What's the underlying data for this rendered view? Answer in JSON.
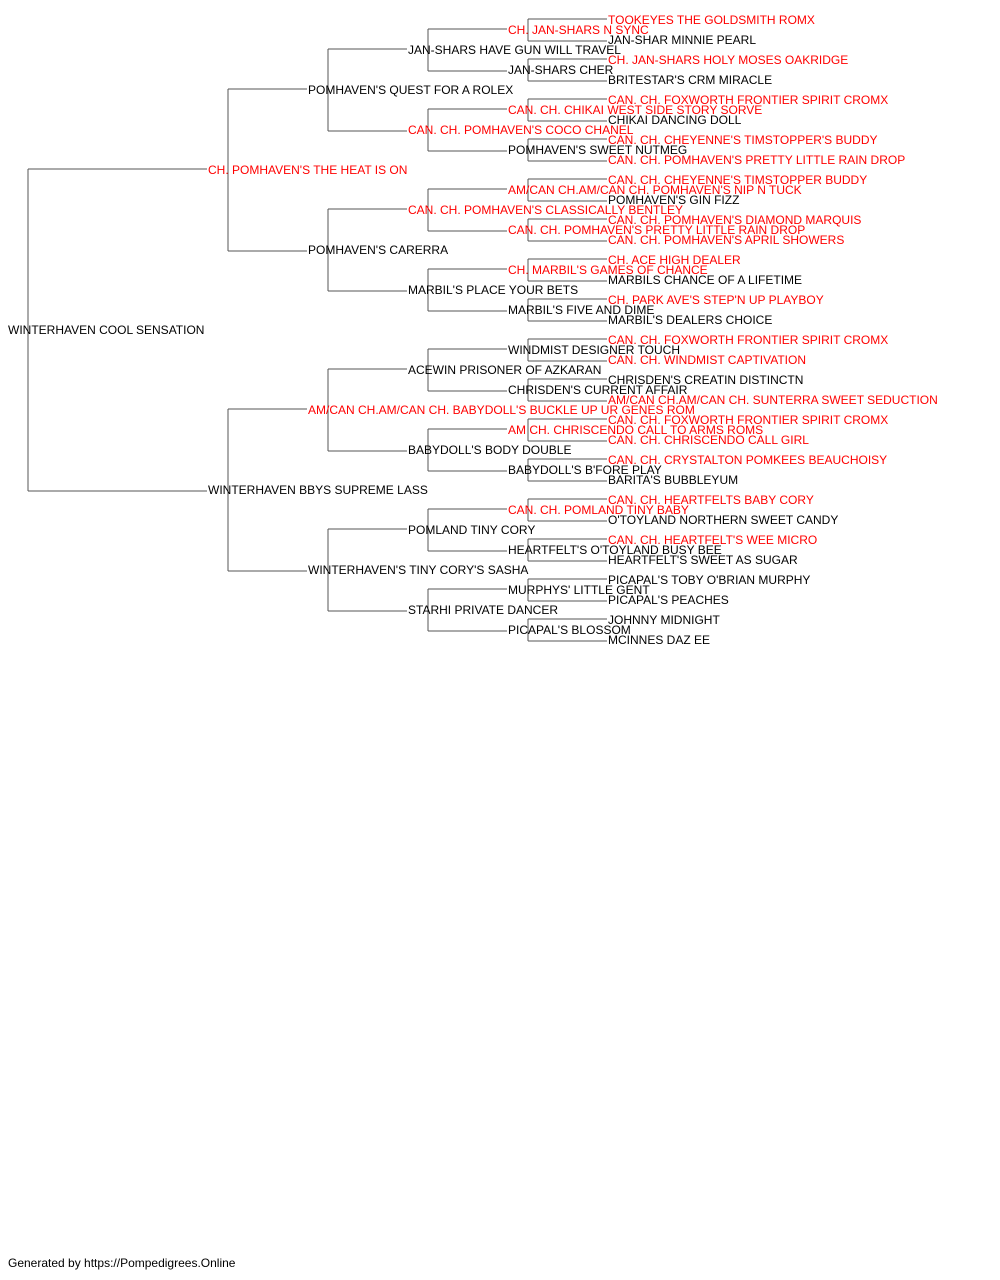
{
  "colors": {
    "champion": "#ff0000",
    "regular": "#000000",
    "line": "#555555"
  },
  "pedigree": {
    "name": "WINTERHAVEN COOL SENSATION",
    "champion": false,
    "sire": {
      "name": "CH. POMHAVEN'S THE HEAT IS ON",
      "champion": true,
      "sire": {
        "name": "POMHAVEN'S QUEST FOR A ROLEX",
        "champion": false,
        "sire": {
          "name": "JAN-SHARS HAVE GUN WILL TRAVEL",
          "champion": false,
          "sire": {
            "name": "CH. JAN-SHARS N SYNC",
            "champion": true,
            "sire": {
              "name": "TOOKEYES THE GOLDSMITH ROMX",
              "champion": true
            },
            "dam": {
              "name": "JAN-SHAR MINNIE PEARL",
              "champion": false
            }
          },
          "dam": {
            "name": "JAN-SHARS CHER",
            "champion": false,
            "sire": {
              "name": "CH. JAN-SHARS HOLY MOSES OAKRIDGE",
              "champion": true
            },
            "dam": {
              "name": "BRITESTAR'S CRM MIRACLE",
              "champion": false
            }
          }
        },
        "dam": {
          "name": "CAN. CH. POMHAVEN'S COCO CHANEL",
          "champion": true,
          "sire": {
            "name": "CAN. CH. CHIKAI WEST SIDE STORY SORVE",
            "champion": true,
            "sire": {
              "name": "CAN. CH. FOXWORTH FRONTIER SPIRIT CROMX",
              "champion": true
            },
            "dam": {
              "name": "CHIKAI DANCING DOLL",
              "champion": false
            }
          },
          "dam": {
            "name": "POMHAVEN'S SWEET NUTMEG",
            "champion": false,
            "sire": {
              "name": "CAN. CH. CHEYENNE'S TIMSTOPPER'S BUDDY",
              "champion": true
            },
            "dam": {
              "name": "CAN. CH. POMHAVEN'S PRETTY LITTLE RAIN DROP",
              "champion": true
            }
          }
        }
      },
      "dam": {
        "name": "POMHAVEN'S CARERRA",
        "champion": false,
        "sire": {
          "name": "CAN. CH. POMHAVEN'S CLASSICALLY BENTLEY",
          "champion": true,
          "sire": {
            "name": "AM/CAN CH.AM/CAN CH. POMHAVEN'S NIP N TUCK",
            "champion": true,
            "sire": {
              "name": "CAN. CH. CHEYENNE'S TIMSTOPPER BUDDY",
              "champion": true
            },
            "dam": {
              "name": "POMHAVEN'S GIN FIZZ",
              "champion": false
            }
          },
          "dam": {
            "name": "CAN. CH. POMHAVEN'S PRETTY LITTLE RAIN DROP",
            "champion": true,
            "sire": {
              "name": "CAN. CH. POMHAVEN'S DIAMOND MARQUIS",
              "champion": true
            },
            "dam": {
              "name": "CAN. CH. POMHAVEN'S APRIL SHOWERS",
              "champion": true
            }
          }
        },
        "dam": {
          "name": "MARBIL'S PLACE YOUR BETS",
          "champion": false,
          "sire": {
            "name": "CH. MARBIL'S GAMES OF CHANCE",
            "champion": true,
            "sire": {
              "name": "CH. ACE HIGH DEALER",
              "champion": true
            },
            "dam": {
              "name": "MARBILS CHANCE OF A LIFETIME",
              "champion": false
            }
          },
          "dam": {
            "name": "MARBIL'S FIVE AND DIME",
            "champion": false,
            "sire": {
              "name": "CH. PARK AVE'S STEP'N UP PLAYBOY",
              "champion": true
            },
            "dam": {
              "name": "MARBIL'S DEALERS CHOICE",
              "champion": false
            }
          }
        }
      }
    },
    "dam": {
      "name": "WINTERHAVEN BBYS SUPREME LASS",
      "champion": false,
      "sire": {
        "name": "AM/CAN CH.AM/CAN CH. BABYDOLL'S BUCKLE UP UR GENES ROM",
        "champion": true,
        "sire": {
          "name": "ACEWIN PRISONER OF AZKARAN",
          "champion": false,
          "sire": {
            "name": "WINDMIST DESIGNER TOUCH",
            "champion": false,
            "sire": {
              "name": "CAN. CH. FOXWORTH FRONTIER SPIRIT CROMX",
              "champion": true
            },
            "dam": {
              "name": "CAN. CH. WINDMIST CAPTIVATION",
              "champion": true
            }
          },
          "dam": {
            "name": "CHRISDEN'S CURRENT AFFAIR",
            "champion": false,
            "sire": {
              "name": "CHRISDEN'S CREATIN DISTINCTN",
              "champion": false
            },
            "dam": {
              "name": "AM/CAN CH.AM/CAN CH. SUNTERRA SWEET SEDUCTION",
              "champion": true
            }
          }
        },
        "dam": {
          "name": "BABYDOLL'S BODY DOUBLE",
          "champion": false,
          "sire": {
            "name": "AM CH. CHRISCENDO CALL TO ARMS ROMS",
            "champion": true,
            "sire": {
              "name": "CAN. CH. FOXWORTH FRONTIER SPIRIT CROMX",
              "champion": true
            },
            "dam": {
              "name": "CAN. CH. CHRISCENDO CALL GIRL",
              "champion": true
            }
          },
          "dam": {
            "name": "BABYDOLL'S B'FORE PLAY",
            "champion": false,
            "sire": {
              "name": "CAN. CH. CRYSTALTON POMKEES BEAUCHOISY",
              "champion": true
            },
            "dam": {
              "name": "BARITA'S BUBBLEYUM",
              "champion": false
            }
          }
        }
      },
      "dam": {
        "name": "WINTERHAVEN'S TINY CORY'S SASHA",
        "champion": false,
        "sire": {
          "name": "POMLAND TINY CORY",
          "champion": false,
          "sire": {
            "name": "CAN. CH. POMLAND TINY BABY",
            "champion": true,
            "sire": {
              "name": "CAN. CH. HEARTFELTS BABY CORY",
              "champion": true
            },
            "dam": {
              "name": "O'TOYLAND NORTHERN SWEET CANDY",
              "champion": false
            }
          },
          "dam": {
            "name": "HEARTFELT'S O'TOYLAND BUSY BEE",
            "champion": false,
            "sire": {
              "name": "CAN. CH. HEARTFELT'S WEE MICRO",
              "champion": true
            },
            "dam": {
              "name": "HEARTFELT'S SWEET AS SUGAR",
              "champion": false
            }
          }
        },
        "dam": {
          "name": "STARHI PRIVATE DANCER",
          "champion": false,
          "sire": {
            "name": "MURPHYS' LITTLE GENT",
            "champion": false,
            "sire": {
              "name": "PICAPAL'S TOBY O'BRIAN MURPHY",
              "champion": false
            },
            "dam": {
              "name": "PICAPAL'S PEACHES",
              "champion": false
            }
          },
          "dam": {
            "name": "PICAPAL'S BLOSSOM",
            "champion": false,
            "sire": {
              "name": "JOHNNY MIDNIGHT",
              "champion": false
            },
            "dam": {
              "name": "MCINNES DAZ EE",
              "champion": false
            }
          }
        }
      }
    }
  },
  "footer": {
    "text": "Generated by https://Pompedigrees.Online"
  }
}
